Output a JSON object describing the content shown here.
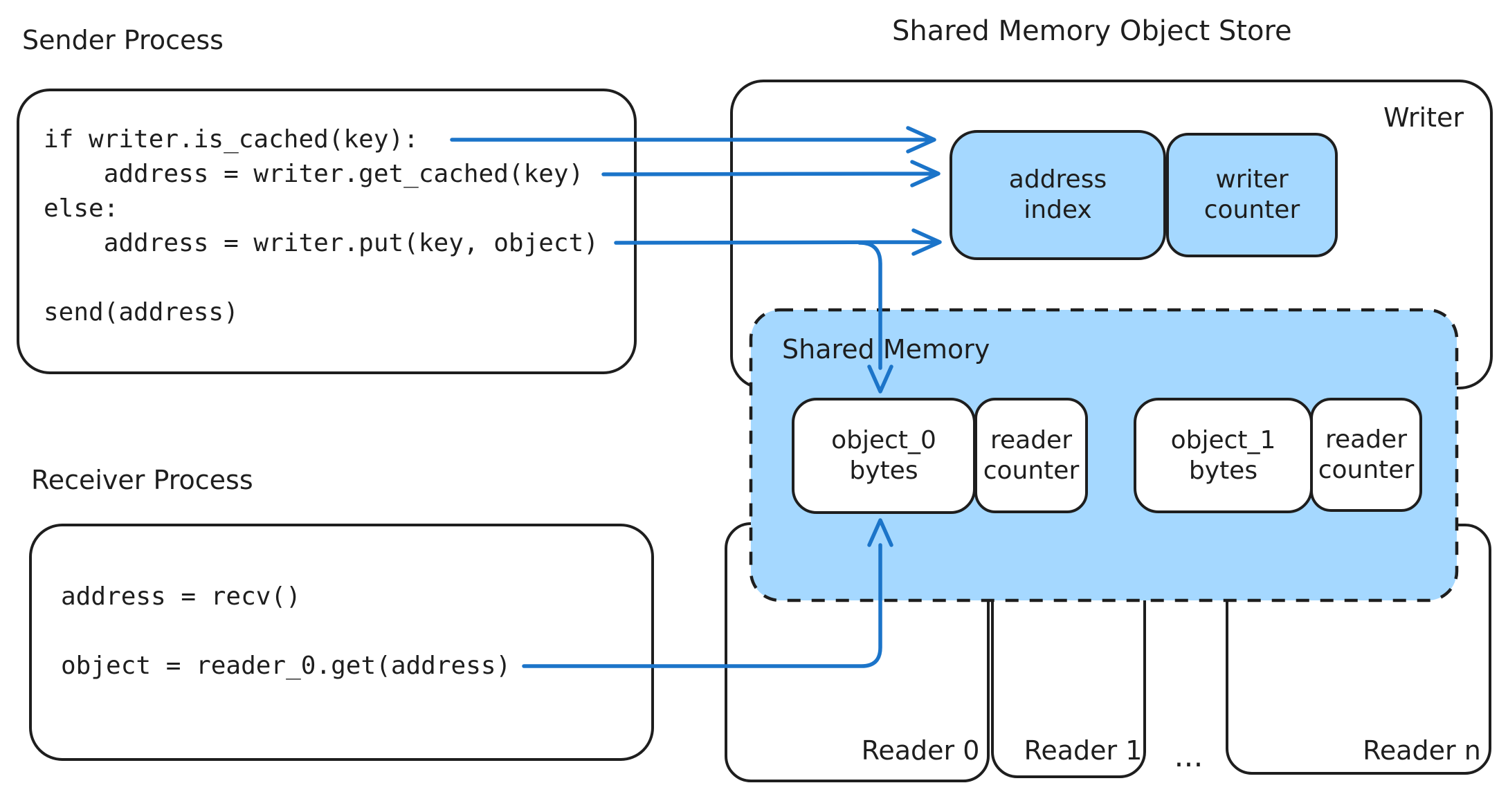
{
  "title": "Shared Memory Object Store",
  "colors": {
    "box_fill_blue": "#a5d8ff",
    "arrow_blue": "#1b74c9",
    "stroke_dark": "#1e1e1e",
    "background": "#ffffff"
  },
  "sender": {
    "label": "Sender Process",
    "code": [
      "if writer.is_cached(key):",
      "    address = writer.get_cached(key)",
      "else:",
      "    address = writer.put(key, object)",
      "",
      "send(address)"
    ]
  },
  "receiver": {
    "label": "Receiver Process",
    "code": [
      "address = recv()",
      "",
      "object = reader_0.get(address)"
    ]
  },
  "store": {
    "writer_label": "Writer",
    "address_index": [
      "address",
      "index"
    ],
    "writer_counter": [
      "writer",
      "counter"
    ],
    "shared_memory_label": "Shared Memory",
    "object0": [
      "object_0",
      "bytes"
    ],
    "reader_counter0": [
      "reader",
      "counter"
    ],
    "object1": [
      "object_1",
      "bytes"
    ],
    "reader_counter1": [
      "reader",
      "counter"
    ],
    "reader0": "Reader 0",
    "reader1": "Reader 1",
    "reader_ellipsis": "...",
    "reader_n": "Reader n"
  }
}
